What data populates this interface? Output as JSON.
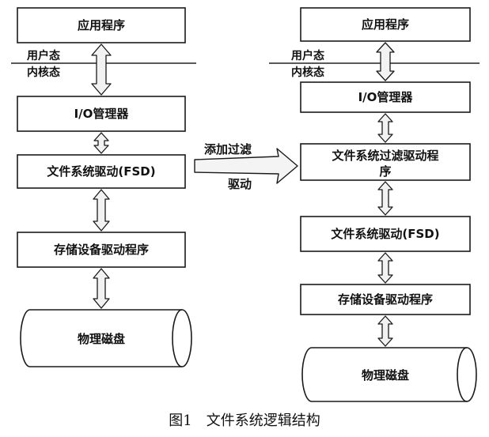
{
  "left": {
    "app": "应用程序",
    "user_mode": "用户态",
    "kernel_mode": "内核态",
    "io_manager": "I/O管理器",
    "fsd": "文件系统驱动(FSD)",
    "storage_driver": "存储设备驱动程序",
    "disk": "物理磁盘"
  },
  "right": {
    "app": "应用程序",
    "user_mode": "用户态",
    "kernel_mode": "内核态",
    "io_manager": "I/O管理器",
    "filter_line1": "文件系统过滤驱动程",
    "filter_line2": "序",
    "fsd": "文件系统驱动(FSD)",
    "storage_driver": "存储设备驱动程序",
    "disk": "物理磁盘"
  },
  "transition": {
    "line1": "添加过滤",
    "line2": "驱动"
  },
  "caption": "图1　文件系统逻辑结构"
}
